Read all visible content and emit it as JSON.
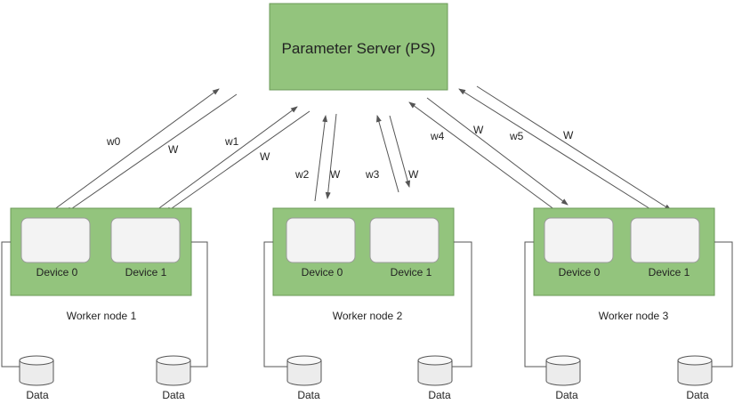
{
  "parameter_server": {
    "label": "Parameter Server (PS)"
  },
  "workers": [
    {
      "label": "Worker node 1",
      "devices": [
        "Device 0",
        "Device 1"
      ],
      "data": [
        "Data",
        "Data"
      ]
    },
    {
      "label": "Worker node 2",
      "devices": [
        "Device 0",
        "Device 1"
      ],
      "data": [
        "Data",
        "Data"
      ]
    },
    {
      "label": "Worker node 3",
      "devices": [
        "Device 0",
        "Device 1"
      ],
      "data": [
        "Data",
        "Data"
      ]
    }
  ],
  "arrows": {
    "push_labels": [
      "w0",
      "w1",
      "w2",
      "w3",
      "w4",
      "w5"
    ],
    "pull_labels": [
      "W",
      "W",
      "W",
      "W",
      "W",
      "W"
    ]
  },
  "colors": {
    "node_fill": "#93c47d",
    "node_stroke": "#6b9a58",
    "device_fill": "#f3f3f3",
    "line": "#555555"
  }
}
